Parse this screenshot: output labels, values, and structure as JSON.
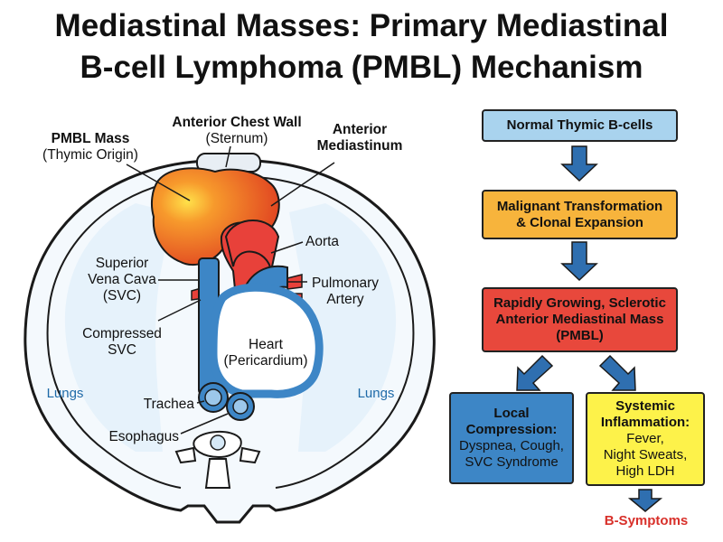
{
  "title": {
    "line1": "Mediastinal Masses: Primary Mediastinal",
    "line2": "B-cell Lymphoma (PMBL) Mechanism"
  },
  "anatomy": {
    "pmbl_mass": {
      "line1": "PMBL Mass",
      "line2": "(Thymic Origin)"
    },
    "chest_wall": {
      "line1": "Anterior Chest Wall",
      "line2": "(Sternum)"
    },
    "anterior_mediastinum": {
      "line1": "Anterior",
      "line2": "Mediastinum"
    },
    "aorta": "Aorta",
    "svc": {
      "line1": "Superior",
      "line2": "Vena Cava",
      "line3": "(SVC)"
    },
    "pulmonary_artery": {
      "line1": "Pulmonary",
      "line2": "Artery"
    },
    "compressed_svc": {
      "line1": "Compressed",
      "line2": "SVC"
    },
    "heart": {
      "line1": "Heart",
      "line2": "(Pericardium)"
    },
    "lungs_left": "Lungs",
    "lungs_right": "Lungs",
    "trachea": "Trachea",
    "esophagus": "Esophagus"
  },
  "flow": {
    "step1": {
      "line1": "Normal Thymic B-cells",
      "color": "#a9d3ee"
    },
    "step2": {
      "line1": "Malignant Transformation",
      "line2": "& Clonal Expansion",
      "color": "#f7b43c"
    },
    "step3": {
      "line1": "Rapidly Growing, Sclerotic",
      "line2": "Anterior Mediastinal Mass",
      "line3": "(PMBL)",
      "color": "#e8483c"
    },
    "local": {
      "title1": "Local",
      "title2": "Compression:",
      "body1": "Dyspnea, Cough,",
      "body2": "SVC Syndrome",
      "color": "#3d86c6"
    },
    "systemic": {
      "title1": "Systemic",
      "title2": "Inflammation:",
      "body1": "Fever,",
      "body2": "Night Sweats,",
      "body3": "High LDH",
      "color": "#fdf24a"
    },
    "outcome": "B-Symptoms",
    "arrow_color": "#2f6fb0"
  }
}
